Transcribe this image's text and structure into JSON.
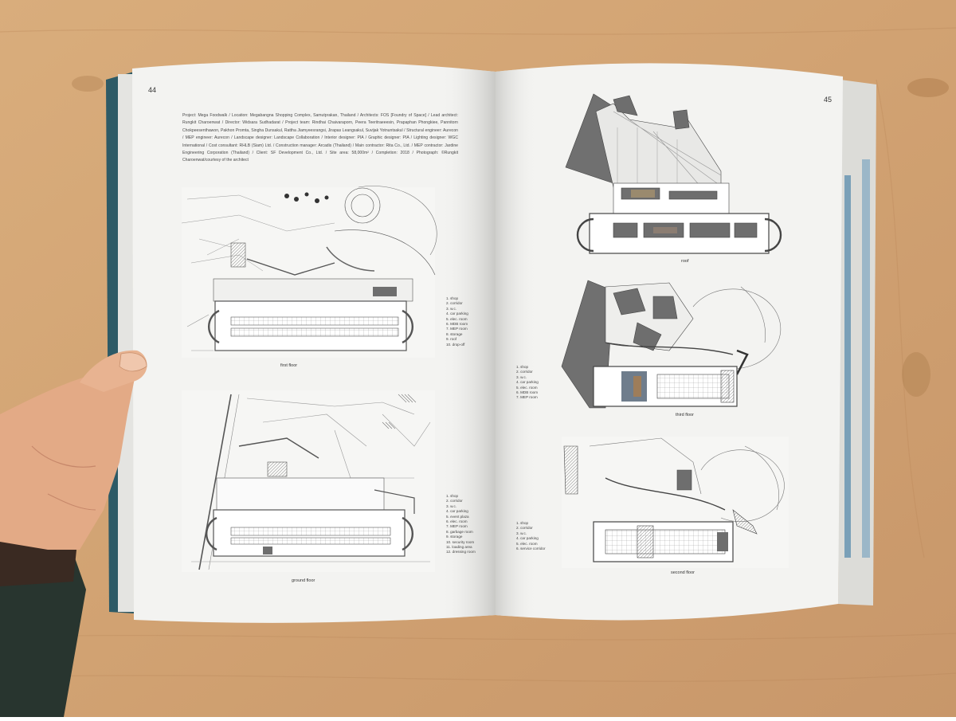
{
  "book": {
    "left_page": {
      "page_number": "44",
      "credits": "Project: Mega Foodwalk / Location: Megabangna Shopping Complex, Samutprakan, Thailand / Architects: FOS [Foundry of Space] / Lead architect: Rungkit Charoenwat / Director: Widsara Sudhadarat / Project team: Rindhai Chaivaraporn, Peera Teeritraeeesin, Prapaphan Phongkiee, Pannitorn Chokpeesenthawon, Pakhon Promta, Singha Dunsakul, Rattha Jiamyeesrangsi, Jirapas Leangsakul, Suvijak Yotnuntsakul / Structural engineer: Aurecon / MEP engineer: Aurecon / Landscape designer: Landscape Collaboration / Interior designer: PIA / Graphic designer: PIA / Lighting designer: WGC International / Cost consultant: RHLB (Siam) Ltd. / Construction manager: Arcadis (Thailand) / Main contractor: Rita Co., Ltd. / MEP contractor: Jardine Engineering Corporation (Thailand) / Client: SF Development Co., Ltd. / Site area: 58,000m² / Completion: 2018 / Photograph: ©Rungkit Charoenwat/courtesy of the architect",
      "plans": [
        {
          "caption": "first floor",
          "legend": [
            "1. shop",
            "2. corridor",
            "3. w.c.",
            "4. car parking",
            "5. elec. room",
            "6. MDB room",
            "7. MEP room",
            "8. storage",
            "9. roof",
            "10. drop-off"
          ]
        },
        {
          "caption": "ground floor",
          "legend": [
            "1. shop",
            "2. corridor",
            "3. w.c.",
            "4. car parking",
            "5. event plaza",
            "6. elec. room",
            "7. MEP room",
            "8. garbage room",
            "9. storage",
            "10. security room",
            "11. loading area",
            "12. dressing room"
          ]
        }
      ]
    },
    "right_page": {
      "page_number": "45",
      "plans": [
        {
          "caption": "roof",
          "legend": []
        },
        {
          "caption": "third floor",
          "legend": [
            "1. shop",
            "2. corridor",
            "3. w.c.",
            "4. car parking",
            "5. elec. room",
            "6. MDB room",
            "7. MEP room"
          ]
        },
        {
          "caption": "second floor",
          "legend": [
            "1. shop",
            "2. corridor",
            "3. w.c.",
            "4. car parking",
            "5. elec. room",
            "6. service corridor"
          ]
        }
      ]
    }
  },
  "colors": {
    "plywood": "#d2a574",
    "paper": "#f3f3f1",
    "line": "#555555",
    "dark_fill": "#6e6e6e",
    "book_cover": "#2d5a66",
    "skin": "#e3aa86",
    "sleeve": "#28352f"
  }
}
